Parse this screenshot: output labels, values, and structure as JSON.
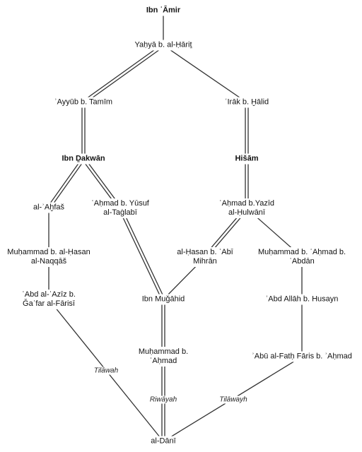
{
  "nodes": {
    "ibn_amir": {
      "text": "Ibn ʿĀmir"
    },
    "yahya": {
      "text": "Yaḥyā b. al-Ḥāriṯ"
    },
    "ayyub": {
      "text": "ʾAyyūb b. Tamīm"
    },
    "irak": {
      "text": "ʿIrāk b. Ḫālid"
    },
    "ibn_dakwan": {
      "text": "Ibn Ḏakwān"
    },
    "hisam": {
      "text": "Hišām"
    },
    "ahfas": {
      "text": "al-ʾAḫfaš"
    },
    "ahmad_yusuf": {
      "line1": "ʾAḥmad b. Yūsuf",
      "line2": "al-Taġlabī"
    },
    "ahmad_yazid": {
      "line1": "ʾAḥmad b.Yazīd",
      "line2": "al-Ḥulwānī"
    },
    "muhammad_hasan": {
      "line1": "Muḥammad b. al-Ḥasan",
      "line2": "al-Naqqāš"
    },
    "hasan_mihran": {
      "line1": "al-Ḥasan b. ʾAbī",
      "line2": "Mihrān"
    },
    "muhammad_ahmad_abdan": {
      "line1": "Muḥammad b. ʾAḥmad b.",
      "line2": "ʿAbdān"
    },
    "abd_aziz": {
      "line1": "ʿAbd al-ʿAzīz b.",
      "line2": "Ǧaʿfar al-Fārisī"
    },
    "ibn_mujahid": {
      "text": "Ibn Muǧāhid"
    },
    "abd_allah": {
      "text": "ʿAbd Allāh b. Husayn"
    },
    "muhammad_ahmad": {
      "line1": "Muḥammad b.",
      "line2": "ʾAḥmad"
    },
    "abu_fath": {
      "text": "ʾAbū al-Fatḥ Fāris b. ʾAḥmad"
    },
    "dani": {
      "text": "al-Dānī"
    }
  },
  "edge_labels": {
    "tilawah": "Tilāwah",
    "riwayah": "Riwāyah",
    "tilawayh": "Tilāwayh"
  },
  "edges": [
    {
      "from": "ibn_amir",
      "to": "yahya",
      "style": "single"
    },
    {
      "from": "yahya",
      "to": "ayyub",
      "style": "double"
    },
    {
      "from": "yahya",
      "to": "irak",
      "style": "single"
    },
    {
      "from": "ayyub",
      "to": "ibn_dakwan",
      "style": "double"
    },
    {
      "from": "irak",
      "to": "hisam",
      "style": "double"
    },
    {
      "from": "ibn_dakwan",
      "to": "ahfas",
      "style": "double"
    },
    {
      "from": "ibn_dakwan",
      "to": "ahmad_yusuf",
      "style": "double"
    },
    {
      "from": "hisam",
      "to": "ahmad_yazid",
      "style": "double"
    },
    {
      "from": "ahfas",
      "to": "muhammad_hasan",
      "style": "single"
    },
    {
      "from": "muhammad_hasan",
      "to": "abd_aziz",
      "style": "single"
    },
    {
      "from": "ahmad_yusuf",
      "to": "ibn_mujahid",
      "style": "double"
    },
    {
      "from": "ahmad_yazid",
      "to": "hasan_mihran",
      "style": "double"
    },
    {
      "from": "ahmad_yazid",
      "to": "muhammad_ahmad_abdan",
      "style": "single"
    },
    {
      "from": "hasan_mihran",
      "to": "ibn_mujahid",
      "style": "single"
    },
    {
      "from": "muhammad_ahmad_abdan",
      "to": "abd_allah",
      "style": "single"
    },
    {
      "from": "ibn_mujahid",
      "to": "muhammad_ahmad",
      "style": "double"
    },
    {
      "from": "abd_allah",
      "to": "abu_fath",
      "style": "single"
    },
    {
      "from": "abd_aziz",
      "to": "dani",
      "style": "single"
    },
    {
      "from": "muhammad_ahmad",
      "to": "dani",
      "style": "double"
    },
    {
      "from": "abu_fath",
      "to": "dani",
      "style": "single"
    }
  ]
}
